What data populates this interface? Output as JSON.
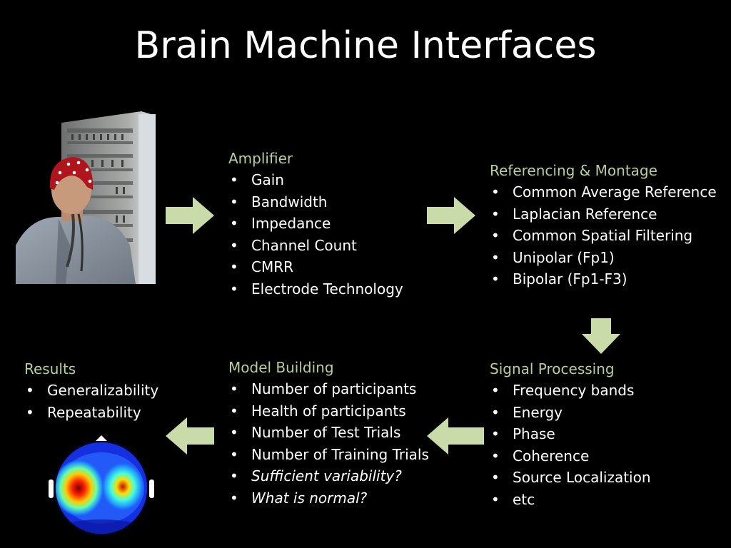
{
  "title": "Brain Machine Interfaces",
  "colors": {
    "heading": "#b7cf9a",
    "arrow": "#c8dba8",
    "background": "#000000"
  },
  "blocks": {
    "amplifier": {
      "head": "Amplifier",
      "items": [
        "Gain",
        "Bandwidth",
        "Impedance",
        "Channel Count",
        "CMRR",
        "Electrode Technology"
      ]
    },
    "referencing": {
      "head": "Referencing & Montage",
      "items": [
        "Common Average Reference",
        "Laplacian Reference",
        "Common Spatial Filtering",
        "Unipolar (Fp1)",
        "Bipolar (Fp1-F3)"
      ]
    },
    "signal": {
      "head": "Signal Processing",
      "items": [
        "Frequency bands",
        "Energy",
        "Phase",
        "Coherence",
        "Source Localization",
        "etc"
      ]
    },
    "model": {
      "head": "Model Building",
      "items": [
        "Number of participants",
        "Health of participants",
        "Number of Test Trials",
        "Number of Training Trials",
        "Sufficient variability?",
        "What is normal?"
      ]
    },
    "results": {
      "head": "Results",
      "items": [
        "Generalizability",
        "Repeatability"
      ]
    }
  },
  "images": {
    "photo": "person-wearing-eeg-cap-next-to-amplifier-rack",
    "topomap": "eeg-scalp-topography-map"
  }
}
